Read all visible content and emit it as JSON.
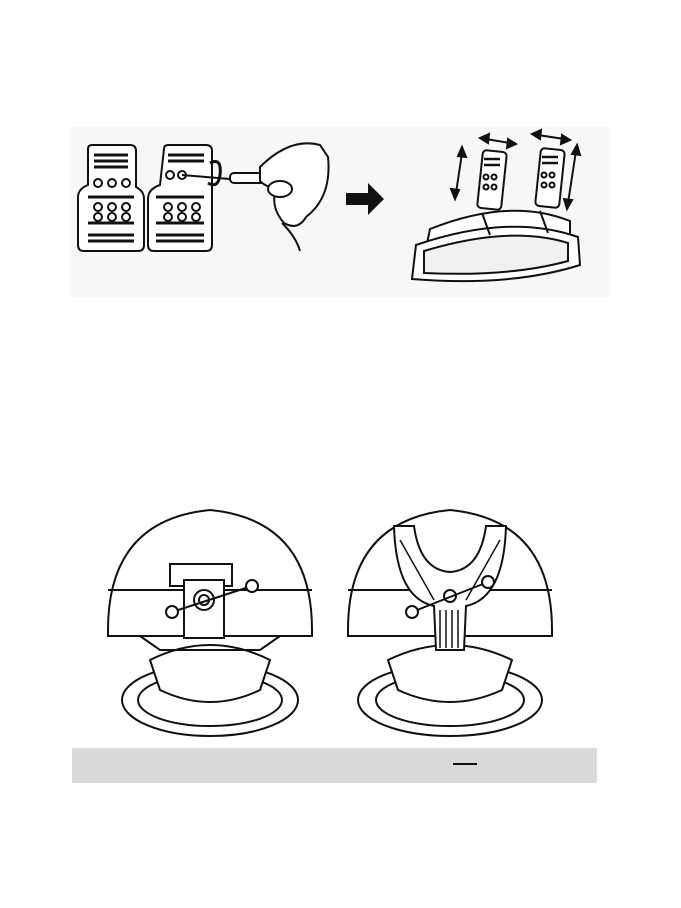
{
  "figures": [
    {
      "id": "pedal-adjustment",
      "icon": "pedal-adjust-illustration"
    },
    {
      "id": "wheel-mounting",
      "icon": "wheel-clamp-illustration"
    }
  ],
  "note_bar": {
    "color": "#d9d9d9"
  }
}
